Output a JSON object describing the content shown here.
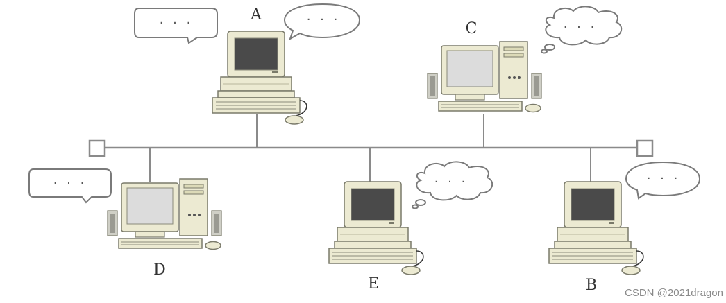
{
  "nodes": [
    {
      "id": "A",
      "label": "A",
      "type": "mac",
      "bubble": "speech",
      "bubble_text": "· · ·",
      "bubble2": "speech-left",
      "bubble2_text": "· · ·"
    },
    {
      "id": "C",
      "label": "C",
      "type": "pc",
      "bubble": "cloud",
      "bubble_text": "· · ·"
    },
    {
      "id": "D",
      "label": "D",
      "type": "pc",
      "bubble": "speech",
      "bubble_text": "· · ·"
    },
    {
      "id": "E",
      "label": "E",
      "type": "mac",
      "bubble": "cloud",
      "bubble_text": "· · ·"
    },
    {
      "id": "B",
      "label": "B",
      "type": "mac",
      "bubble": "speech",
      "bubble_text": "· · ·"
    }
  ],
  "bus": {
    "terminators": 2
  },
  "watermark": "CSDN @2021dragon",
  "colors": {
    "case": "#ecead2",
    "case_dark": "#b9b79c",
    "screen": "#4a4a4a",
    "screen_light": "#dcdcdc",
    "line": "#8a8a8a"
  }
}
